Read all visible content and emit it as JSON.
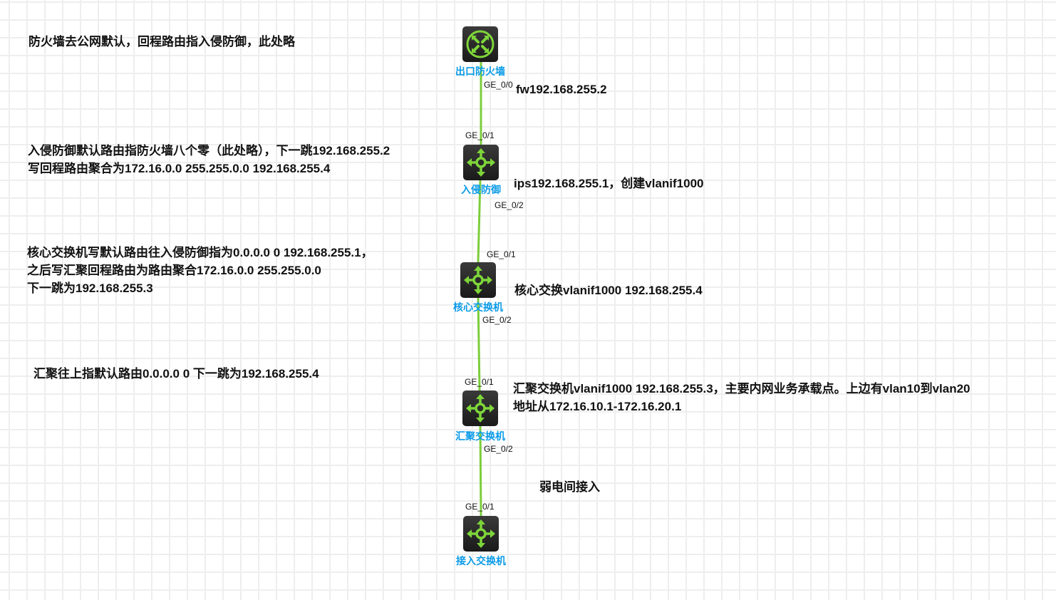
{
  "colors": {
    "link": "#7ccd3c",
    "label": "#0a9be8"
  },
  "devices": [
    {
      "name": "出口防火墙",
      "icon": "firewall-icon"
    },
    {
      "name": "入侵防御",
      "icon": "switch-icon"
    },
    {
      "name": "核心交换机",
      "icon": "switch-icon"
    },
    {
      "name": "汇聚交换机",
      "icon": "switch-icon"
    },
    {
      "name": "接入交换机",
      "icon": "switch-icon"
    }
  ],
  "ports": {
    "fw_down": "GE_0/0",
    "ips_up": "GE_0/1",
    "ips_down": "GE_0/2",
    "core_up": "GE_0/1",
    "core_down": "GE_0/2",
    "agg_up": "GE_0/1",
    "agg_down": "GE_0/2",
    "acc_up": "GE_0/1"
  },
  "notes": {
    "fw_left": "防火墙去公网默认，回程路由指入侵防御，此处略",
    "fw_right": "fw192.168.255.2",
    "ips_left_1": "入侵防御默认路由指防火墙八个零（此处略），下一跳192.168.255.2",
    "ips_left_2": "写回程路由聚合为172.16.0.0 255.255.0.0 192.168.255.4",
    "ips_right": "ips192.168.255.1，创建vlanif1000",
    "core_left_1": "核心交换机写默认路由往入侵防御指为0.0.0.0 0 192.168.255.1，",
    "core_left_2": "之后写汇聚回程路由为路由聚合172.16.0.0 255.255.0.0",
    "core_left_3": "下一跳为192.168.255.3",
    "core_right": "核心交换vlanif1000 192.168.255.4",
    "agg_left": "汇聚往上指默认路由0.0.0.0 0 下一跳为192.168.255.4",
    "agg_right_1": "汇聚交换机vlanif1000 192.168.255.3，主要内网业务承载点。上边有vlan10到vlan20",
    "agg_right_2": "地址从172.16.10.1-172.16.20.1",
    "acc_right": "弱电间接入"
  }
}
